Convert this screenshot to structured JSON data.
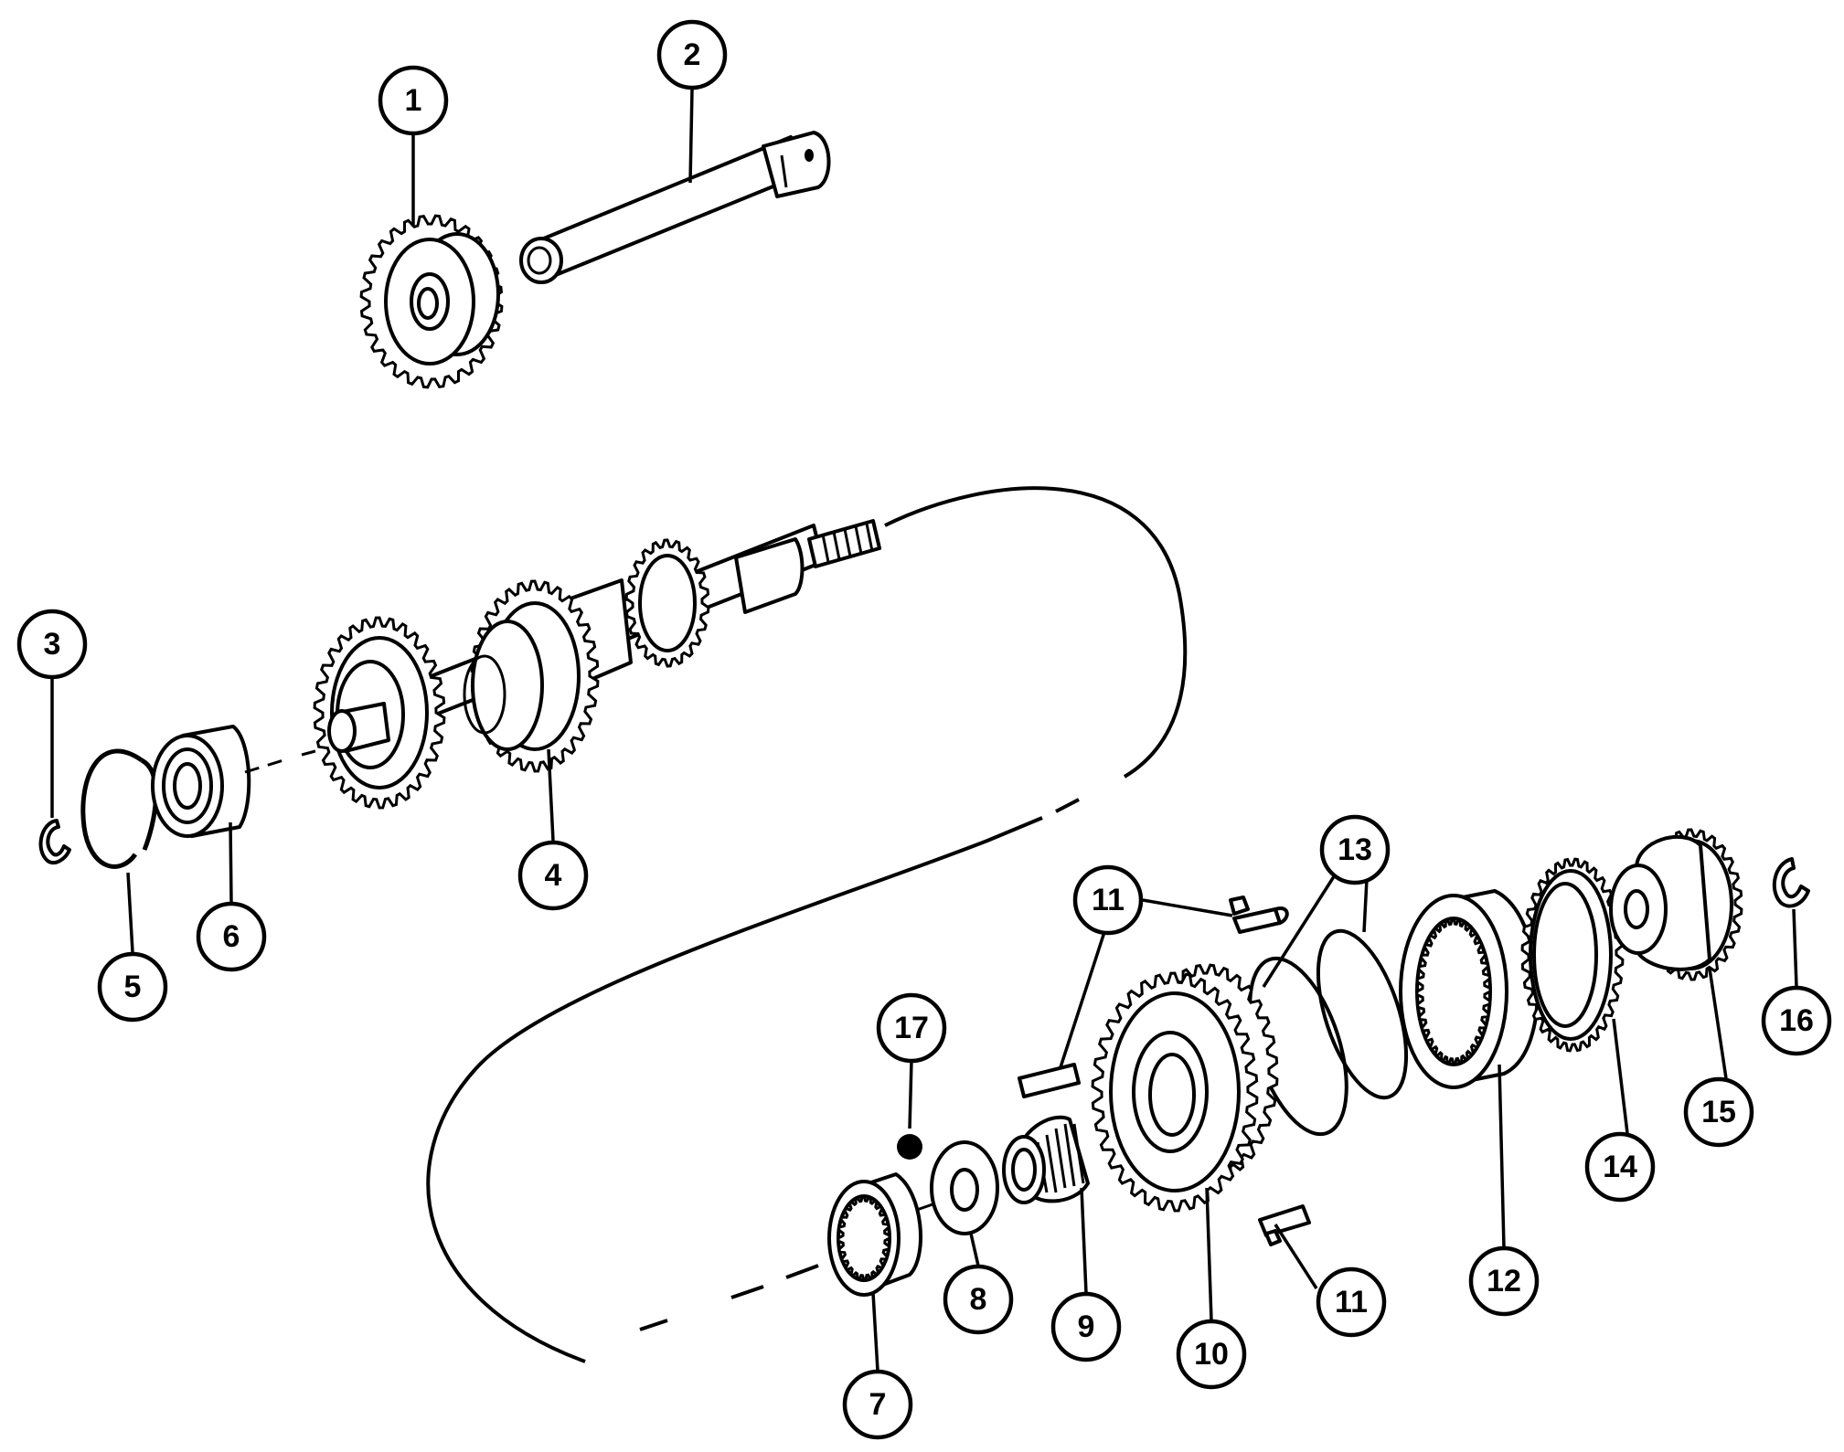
{
  "callouts": [
    {
      "id": "c1",
      "label": "1"
    },
    {
      "id": "c2",
      "label": "2"
    },
    {
      "id": "c3",
      "label": "3"
    },
    {
      "id": "c4",
      "label": "4"
    },
    {
      "id": "c5",
      "label": "5"
    },
    {
      "id": "c6",
      "label": "6"
    },
    {
      "id": "c7",
      "label": "7"
    },
    {
      "id": "c8",
      "label": "8"
    },
    {
      "id": "c9",
      "label": "9"
    },
    {
      "id": "c10",
      "label": "10"
    },
    {
      "id": "c11a",
      "label": "11"
    },
    {
      "id": "c11b",
      "label": "11"
    },
    {
      "id": "c12",
      "label": "12"
    },
    {
      "id": "c13",
      "label": "13"
    },
    {
      "id": "c14",
      "label": "14"
    },
    {
      "id": "c15",
      "label": "15"
    },
    {
      "id": "c16",
      "label": "16"
    },
    {
      "id": "c17",
      "label": "17"
    }
  ]
}
